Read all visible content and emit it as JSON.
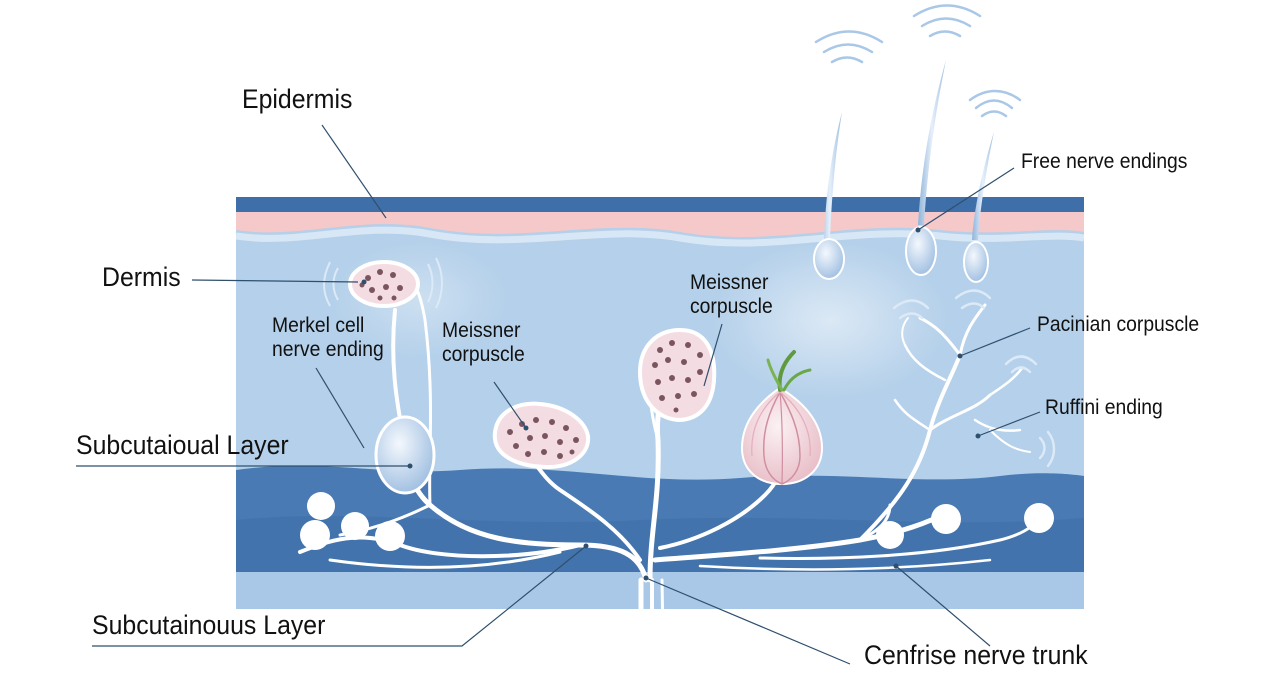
{
  "diagram": {
    "labels": {
      "epidermis": "Epidermis",
      "dermis": "Dermis",
      "merkel_line1": "Merkel cell",
      "merkel_line2": "nerve ending",
      "meissner_left_line1": "Meissner",
      "meissner_left_line2": "corpuscle",
      "meissner_right_line1": "Meissner",
      "meissner_right_line2": "corpuscle",
      "subcutaneous_upper": "Subcutaioual Layer",
      "subcutaneous_lower": "Subcutainouus Layer",
      "free_nerve_endings": "Free nerve endings",
      "pacinian": "Pacinian corpuscle",
      "ruffini": "Ruffini ending",
      "nerve_trunk": "Cenfrise nerve trunk"
    },
    "colors": {
      "epidermis_top_band": "#3e6fa8",
      "epidermis_pink": "#f5c9c9",
      "dermis": "#b4d0ea",
      "deep_band": "#4a7ab3",
      "subcutaneous": "#a9c7e6",
      "nerve": "#ffffff",
      "cell_dots": "#7a5560",
      "leader_line": "#2f4f6e"
    }
  }
}
